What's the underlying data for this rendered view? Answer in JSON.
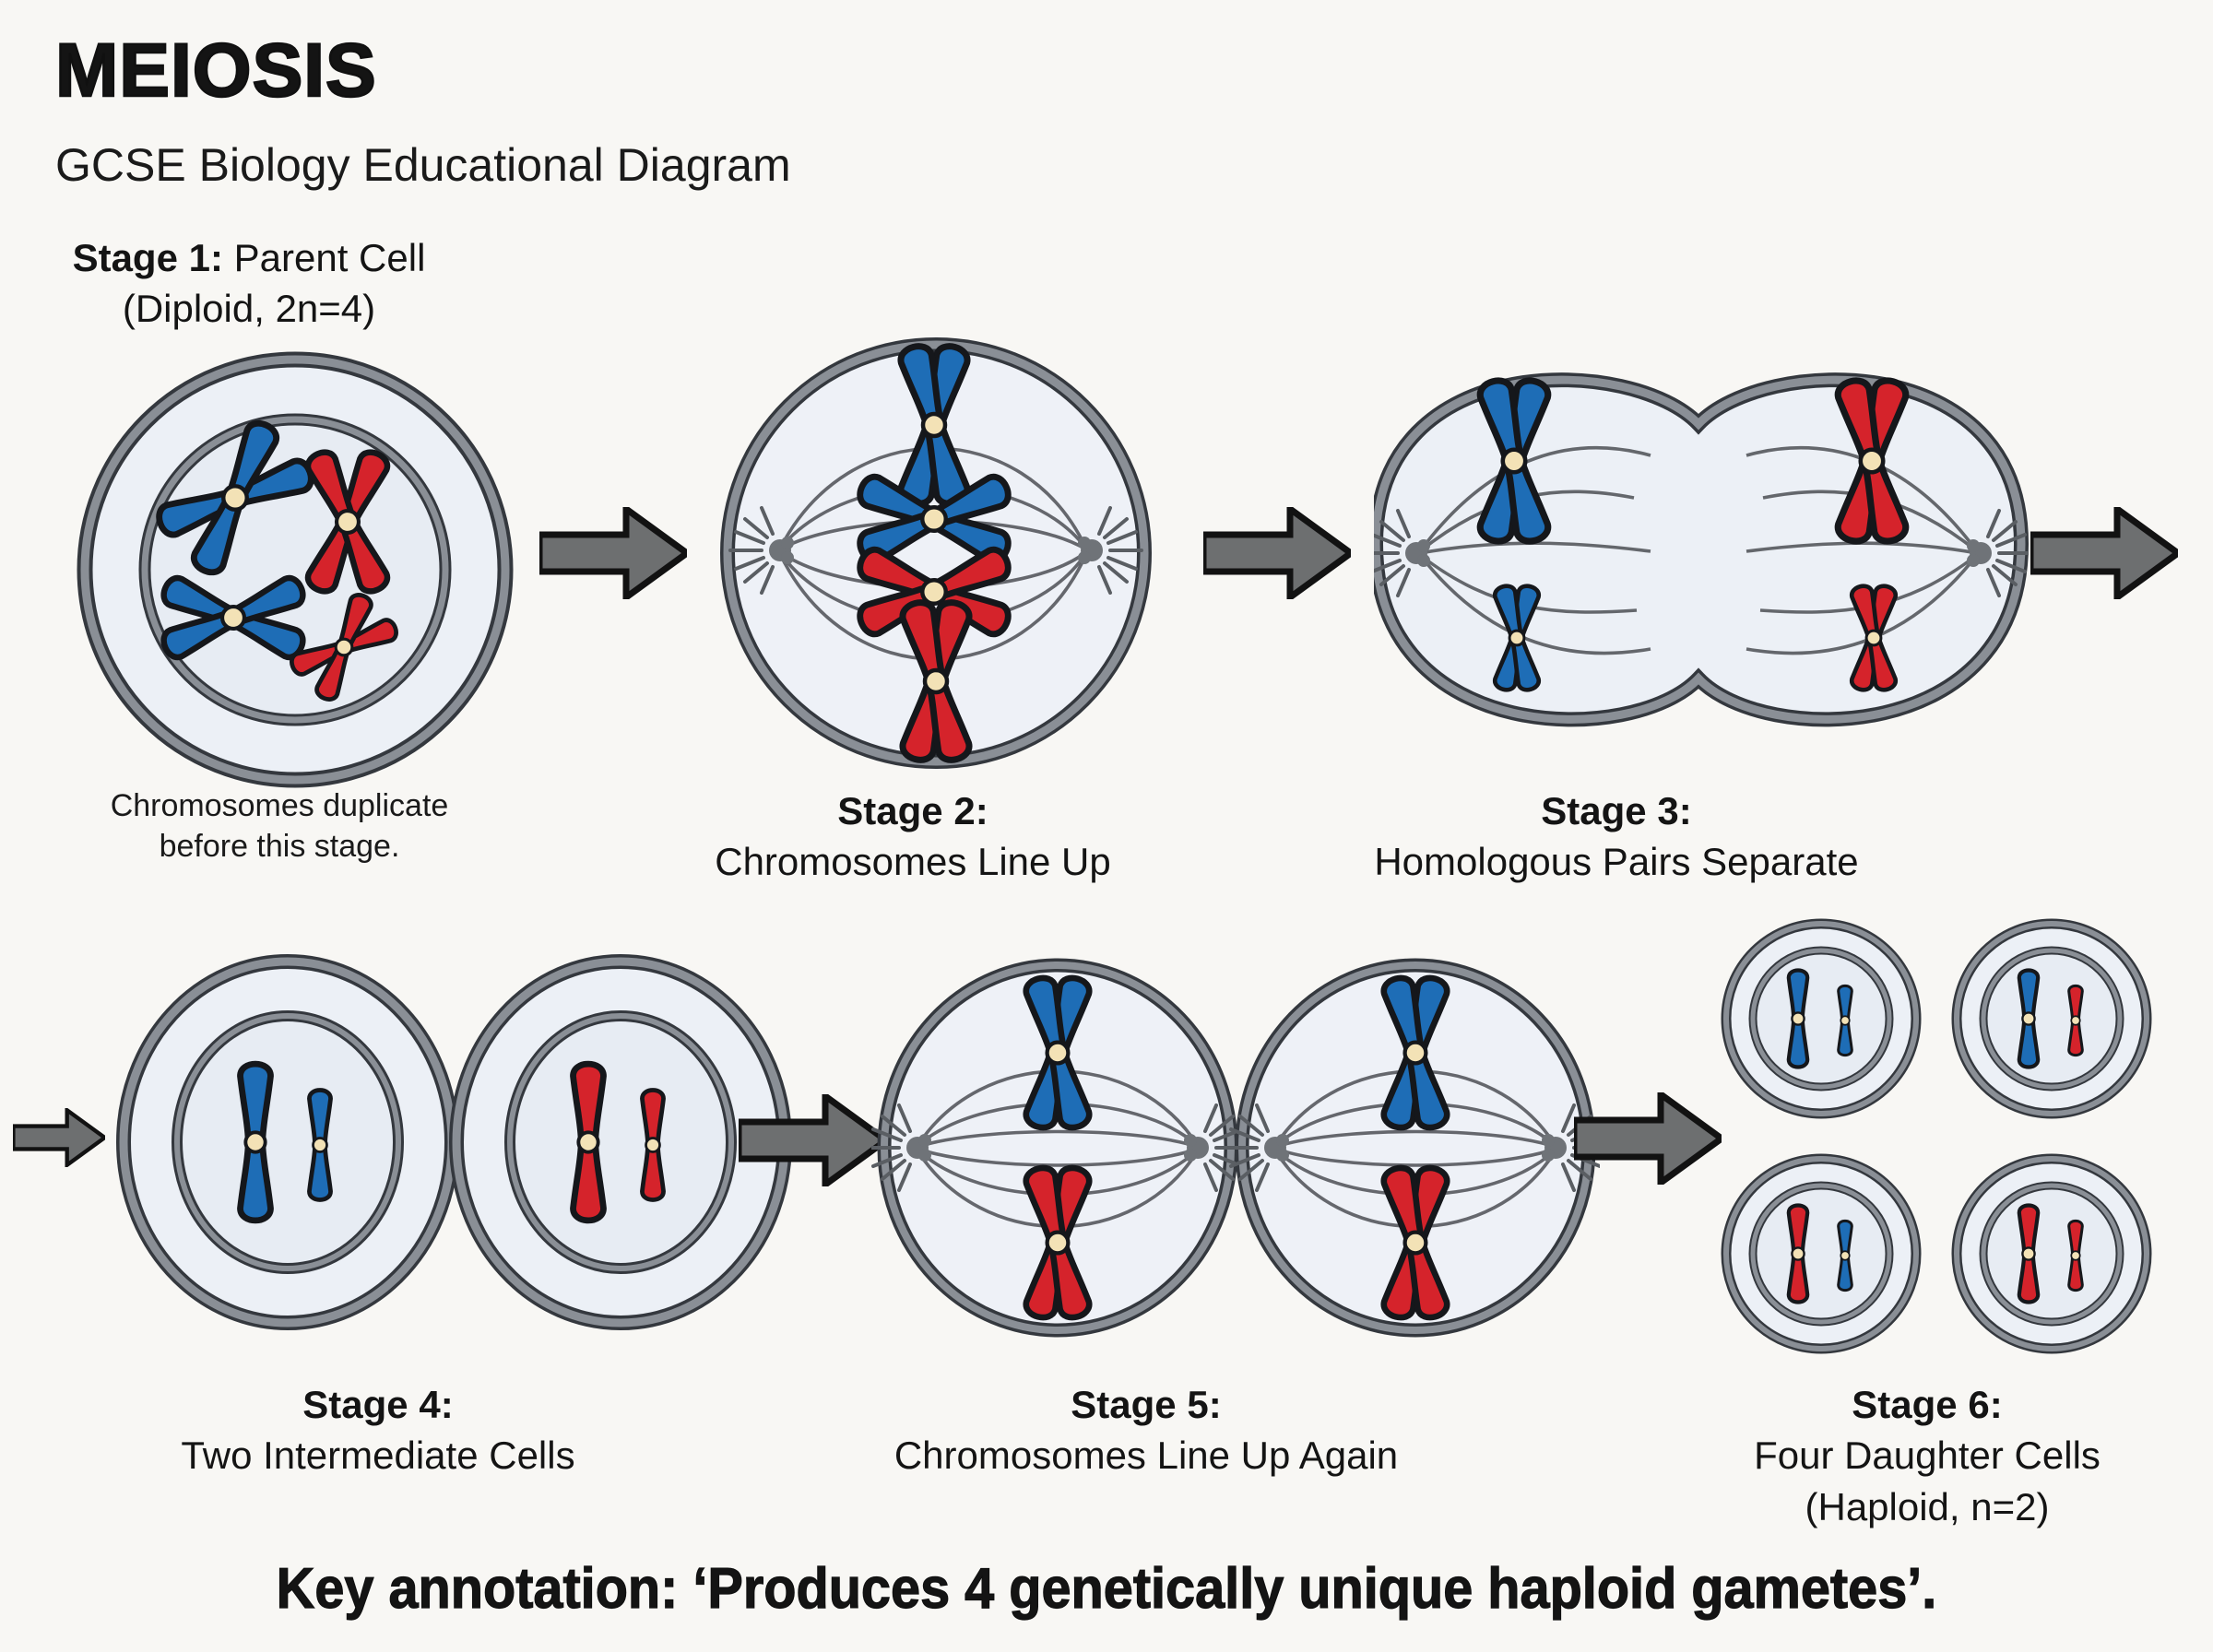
{
  "header": {
    "title": "MEIOSIS",
    "subtitle": "GCSE Biology Educational Diagram"
  },
  "stages": [
    {
      "bold": "Stage 1:",
      "rest": " Parent Cell",
      "line2": "(Diploid, 2n=4)",
      "caption_line1": "Chromosomes duplicate",
      "caption_line2": "before this stage."
    },
    {
      "bold": "Stage 2:",
      "line2": "Chromosomes Line Up"
    },
    {
      "bold": "Stage 3:",
      "line2": "Homologous Pairs Separate"
    },
    {
      "bold": "Stage 4:",
      "line2": "Two Intermediate Cells"
    },
    {
      "bold": "Stage 5:",
      "line2": "Chromosomes Line Up Again"
    },
    {
      "bold": "Stage 6:",
      "line2": "Four Daughter Cells",
      "line3": "(Haploid, n=2)"
    }
  ],
  "footer": {
    "key_annotation": "Key annotation: ‘Produces 4 genetically unique haploid gametes’."
  },
  "colors": {
    "chromosome_blue": "#1e6db6",
    "chromosome_red": "#d5232b",
    "centromere": "#f3e2b6",
    "membrane_dark": "#34383e",
    "membrane_gray": "#8a8f96",
    "cell_fill": "#ecf0f6",
    "nucleus_fill": "#e7ecf3",
    "spindle_fiber": "#55585d",
    "arrow_fill": "#6d6f70",
    "background": "#f8f7f4"
  }
}
